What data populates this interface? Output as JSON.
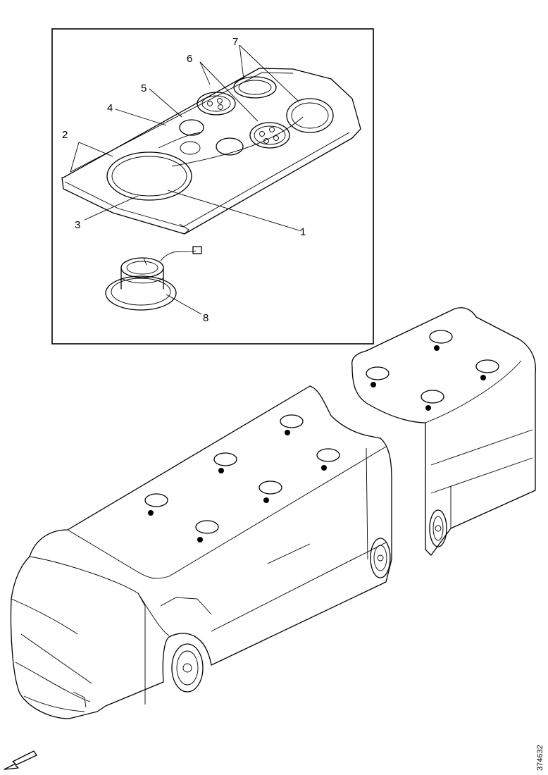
{
  "diagram": {
    "callouts": [
      "1",
      "2",
      "3",
      "4",
      "5",
      "6",
      "7",
      "8"
    ],
    "document_number": "374632"
  },
  "icons": {
    "direction_arrow": "arrow-icon"
  }
}
